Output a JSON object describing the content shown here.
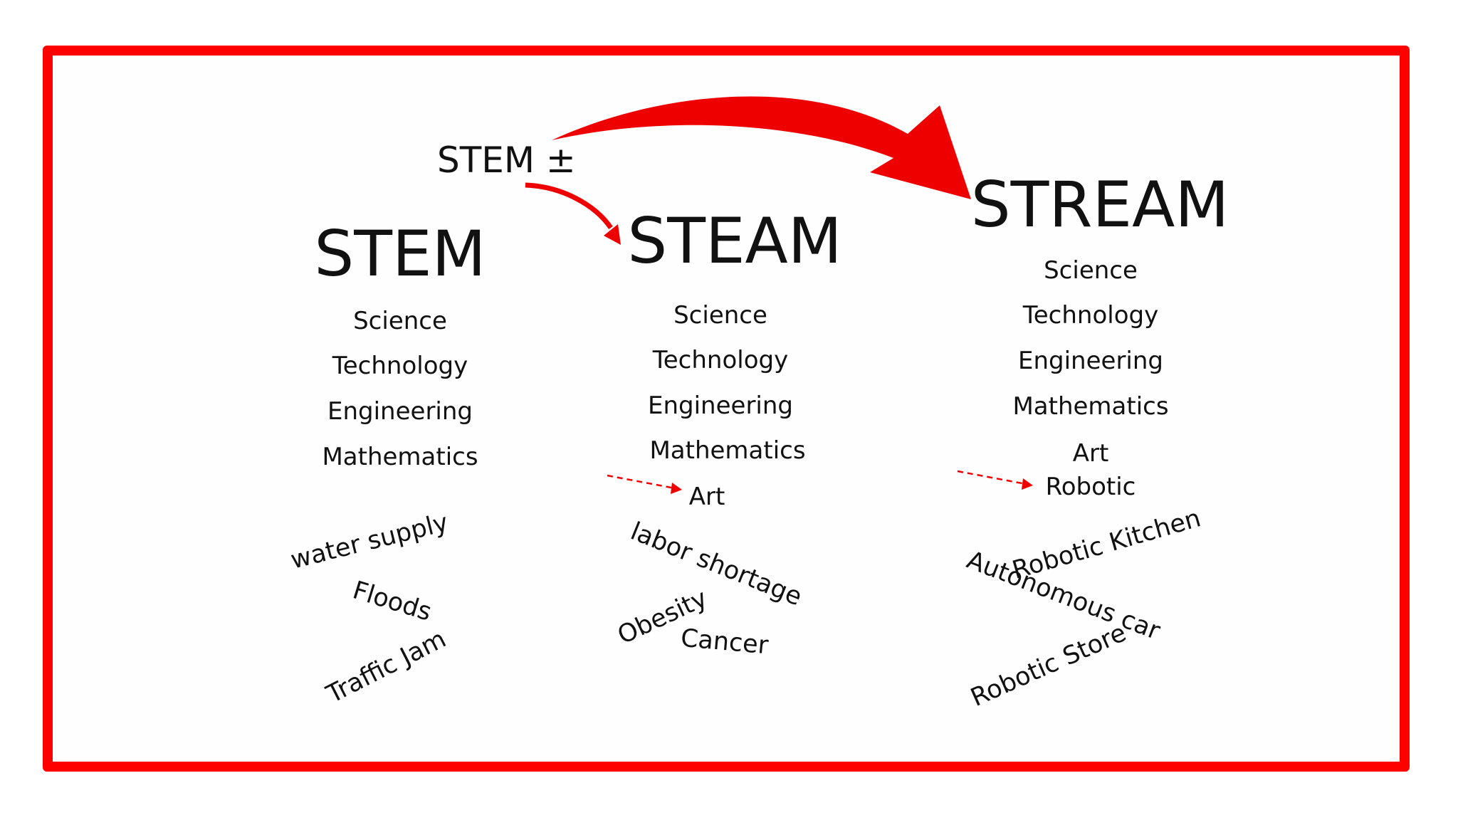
{
  "colors": {
    "frame": "#ff0000",
    "arrow": "#ee0000",
    "text": "#111111"
  },
  "stem_pm": "STEM ±",
  "columns": [
    {
      "title": "STEM",
      "items": [
        "Science",
        "Technology",
        "Engineering",
        "Mathematics"
      ],
      "problems": [
        "water supply",
        "Floods",
        "Traffic Jam"
      ]
    },
    {
      "title": "STEAM",
      "items": [
        "Science",
        "Technology",
        "Engineering",
        "Mathematics",
        "Art"
      ],
      "problems": [
        "labor shortage",
        "Obesity",
        "Cancer"
      ]
    },
    {
      "title": "STREAM",
      "items": [
        "Science",
        "Technology",
        "Engineering",
        "Mathematics",
        "Art",
        "Robotic"
      ],
      "problems": [
        "Robotic Kitchen",
        "Autonomous car",
        "Robotic Store"
      ]
    }
  ],
  "icons": {
    "big_arrow": "curved-arrow-icon",
    "small_arrow": "curved-arrow-icon",
    "dashed_arrow": "dashed-arrow-icon"
  }
}
